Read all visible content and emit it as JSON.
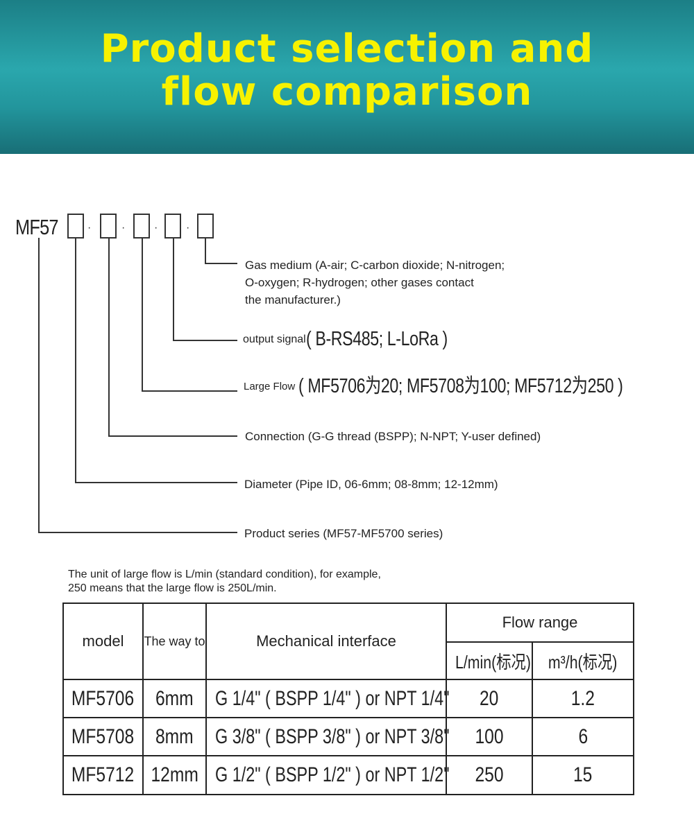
{
  "banner": {
    "title_line1": "Product selection and",
    "title_line2": "flow comparison"
  },
  "code": {
    "prefix": "MF57",
    "separator": "·"
  },
  "legend": {
    "gas_medium_line1": "Gas medium (A-air; C-carbon dioxide; N-nitrogen;",
    "gas_medium_line2": "O-oxygen; R-hydrogen; other gases contact",
    "gas_medium_line3": "the manufacturer.)",
    "output_signal_label": "output signal",
    "output_signal_values": "( B-RS485; L-LoRa )",
    "large_flow_label": "Large Flow",
    "large_flow_values": "( MF5706为20; MF5708为100; MF5712为250 )",
    "connection": "Connection (G-G thread (BSPP); N-NPT; Y-user defined)",
    "diameter": "Diameter (Pipe ID, 06-6mm; 08-8mm; 12-12mm)",
    "product_series": "Product series (MF57-MF5700 series)"
  },
  "note": {
    "line1": "The unit of large flow is L/min (standard condition), for example,",
    "line2": "250 means that the large flow is 250L/min."
  },
  "table": {
    "headers": {
      "model": "model",
      "way": "The way to",
      "interface": "Mechanical interface",
      "flow_range": "Flow range",
      "lmin": "L/min(标况)",
      "m3h": "m³/h(标况)"
    },
    "rows": [
      {
        "model": "MF5706",
        "way": "6mm",
        "interface": "G 1/4\" ( BSPP 1/4\" ) or NPT 1/4\"",
        "lmin": "20",
        "m3h": "1.2"
      },
      {
        "model": "MF5708",
        "way": "8mm",
        "interface": "G 3/8\" ( BSPP 3/8\" ) or NPT 3/8\"",
        "lmin": "100",
        "m3h": "6"
      },
      {
        "model": "MF5712",
        "way": "12mm",
        "interface": "G 1/2\" ( BSPP 1/2\" ) or NPT 1/2\"",
        "lmin": "250",
        "m3h": "15"
      }
    ]
  }
}
